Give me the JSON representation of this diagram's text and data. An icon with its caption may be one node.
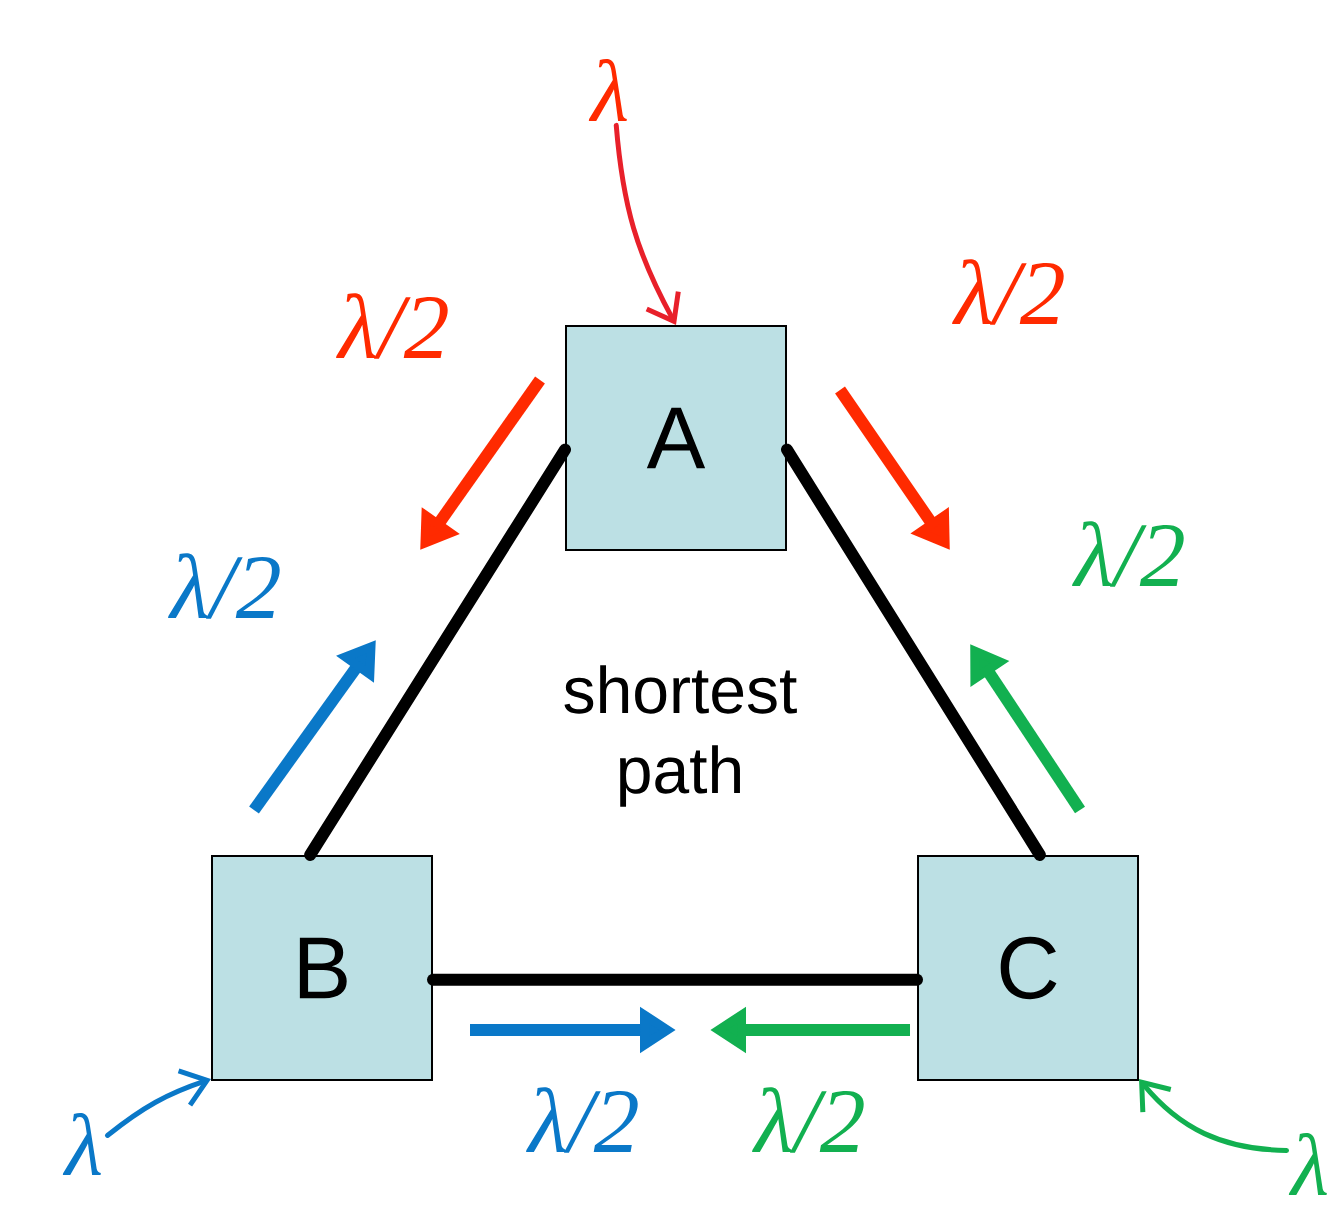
{
  "diagram": {
    "nodes": [
      {
        "text": [
          "λ"
        ]
      },
      {
        "text": [
          "A"
        ]
      },
      {
        "text": [
          "B"
        ]
      },
      {
        "text": [
          "C"
        ]
      },
      {
        "text": [
          "λ"
        ]
      },
      {
        "text": [
          "λ"
        ]
      }
    ],
    "edges": [
      {
        "from": 0,
        "to": 1,
        "arrow": "to",
        "color": "#e8202a"
      },
      {
        "from": 1,
        "to": 2,
        "arrow": "none",
        "style": "thick"
      },
      {
        "from": 1,
        "to": 3,
        "arrow": "none",
        "style": "thick"
      },
      {
        "from": 2,
        "to": 3,
        "arrow": "none",
        "style": "thick"
      },
      {
        "from": 4,
        "to": 2,
        "arrow": "to",
        "color": "#0a78c8"
      },
      {
        "from": 5,
        "to": 3,
        "arrow": "to",
        "color": "#12b050"
      }
    ],
    "labels": [
      "λ/2",
      "λ/2",
      "λ/2",
      "λ/2",
      "shortest path",
      "λ/2",
      "λ/2"
    ]
  }
}
